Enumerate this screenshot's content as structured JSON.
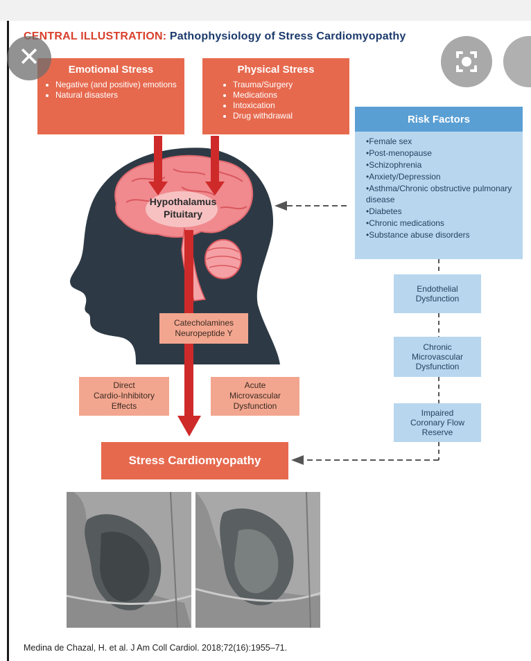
{
  "title": {
    "prefix": "CENTRAL ILLUSTRATION:",
    "text": "Pathophysiology of Stress Cardiomyopathy"
  },
  "emotional_stress": {
    "title": "Emotional Stress",
    "items": [
      "Negative (and positive) emotions",
      "Natural disasters"
    ]
  },
  "physical_stress": {
    "title": "Physical Stress",
    "items": [
      "Trauma/Surgery",
      "Medications",
      "Intoxication",
      "Drug withdrawal"
    ]
  },
  "risk_factors": {
    "title": "Risk Factors",
    "items": [
      "Female sex",
      "Post-menopause",
      "Schizophrenia",
      "Anxiety/Depression",
      "Asthma/Chronic obstructive pulmonary disease",
      "Diabetes",
      "Chronic medications",
      "Substance abuse disorders"
    ]
  },
  "brain_label": {
    "line1": "Hypothalamus",
    "line2": "Pituitary"
  },
  "catecholamines": {
    "line1": "Catecholamines",
    "line2": "Neuropeptide Y"
  },
  "direct_effects": {
    "line1": "Direct",
    "line2": "Cardio-Inhibitory",
    "line3": "Effects"
  },
  "acute_micro": {
    "line1": "Acute",
    "line2": "Microvascular",
    "line3": "Dysfunction"
  },
  "endothelial": {
    "line1": "Endothelial",
    "line2": "Dysfunction"
  },
  "chronic_micro": {
    "line1": "Chronic",
    "line2": "Microvascular",
    "line3": "Dysfunction"
  },
  "coronary": {
    "line1": "Impaired",
    "line2": "Coronary Flow",
    "line3": "Reserve"
  },
  "outcome": "Stress Cardiomyopathy",
  "citation": "Medina de Chazal, H. et al. J Am Coll Cardiol. 2018;72(16):1955–71.",
  "overlay": {
    "close_glyph": "✕"
  },
  "colors": {
    "orange": "#e6694e",
    "salmon": "#f3a68f",
    "risk_header": "#5a9fd4",
    "risk_body": "#b8d7ef",
    "arrow_red": "#cf2a2a",
    "head": "#2d3a45",
    "brain": "#f08a8e"
  },
  "icons": [
    "close-icon",
    "google-lens-icon",
    "google-lens-icon-secondary"
  ]
}
